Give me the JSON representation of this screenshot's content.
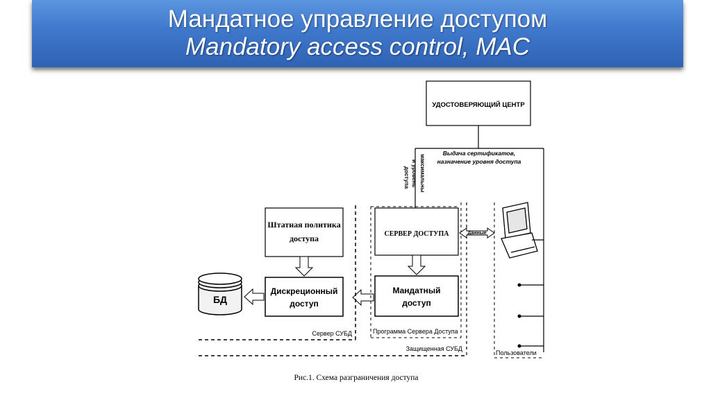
{
  "slide": {
    "title_ru": "Мандатное управление доступом",
    "title_en": "Mandatory access control, MAC"
  },
  "diagram": {
    "certificate_center": "УДОСТОВЕРЯЮЩИЙ ЦЕНТР",
    "issue_certs_line1": "Выдача сертификатов,",
    "issue_certs_line2": "назначение уровня доступа",
    "max_levels_line1": "максимальны",
    "max_levels_line2": "и уровень",
    "max_levels_line3": "доступа",
    "access_server": "СЕРВЕР ДОСТУПА",
    "standard_policy_line1": "Штатная политика",
    "standard_policy_line2": "доступа",
    "discretionary_line1": "Дискреционный",
    "discretionary_line2": "доступ",
    "mandatory_line1": "Мандатный",
    "mandatory_line2": "доступ",
    "database": "БД",
    "data_label": "Данные",
    "dbms_server": "Сервер СУБД",
    "access_server_program": "Программа Сервера Доступа",
    "protected_dbms": "Защищенная СУБД",
    "users": "Пользователи",
    "caption": "Рис.1. Схема разграничения доступа"
  }
}
